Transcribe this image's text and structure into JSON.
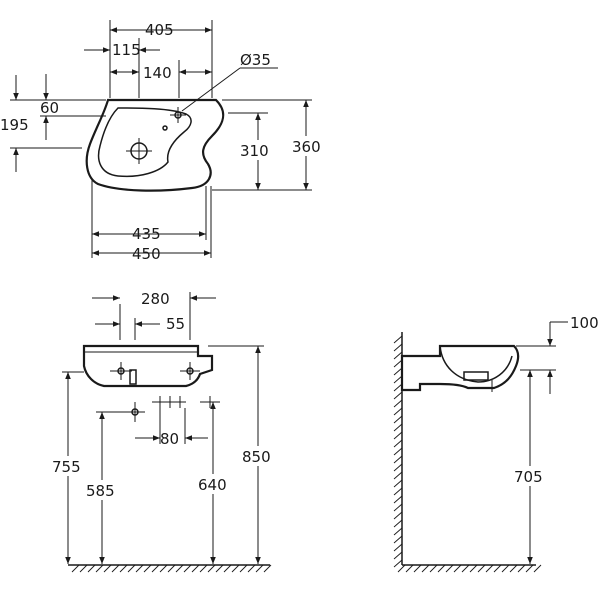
{
  "views": {
    "top": {
      "width_overall": "405",
      "offset_left": "115",
      "offset_mid": "140",
      "hole_diameter": "Ø35",
      "depth_60": "60",
      "depth_195": "195",
      "depth_310": "310",
      "depth_360": "360",
      "width_435": "435",
      "width_450": "450"
    },
    "front": {
      "width_280": "280",
      "width_55": "55",
      "spacing_80": "80",
      "height_755": "755",
      "height_585": "585",
      "height_640": "640",
      "height_850": "850"
    },
    "side": {
      "height_100": "100",
      "height_705": "705"
    }
  }
}
